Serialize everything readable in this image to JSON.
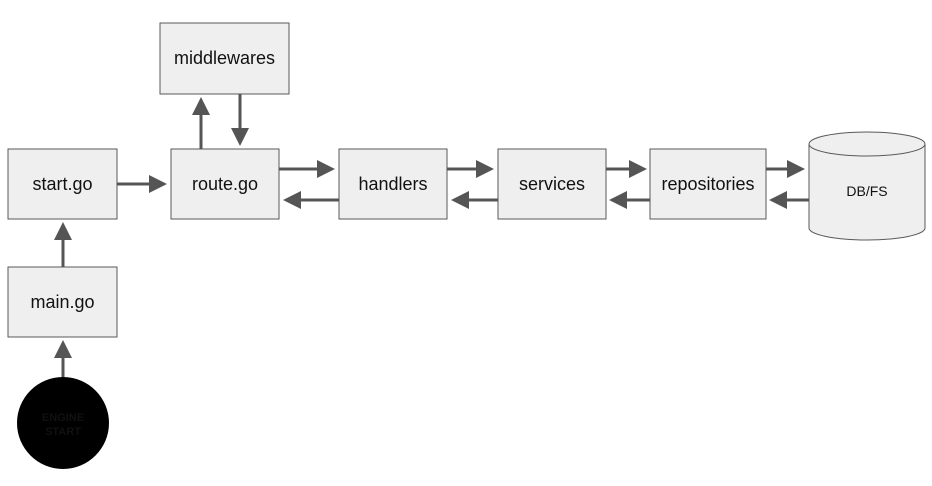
{
  "nodes": {
    "middlewares": "middlewares",
    "start": "start.go",
    "route": "route.go",
    "handlers": "handlers",
    "services": "services",
    "repositories": "repositories",
    "db": "DB/FS",
    "main": "main.go",
    "engine_line1": "ENGINE",
    "engine_line2": "START"
  },
  "colors": {
    "node_fill": "#efefef",
    "node_stroke": "#595959",
    "arrow": "#555555"
  }
}
